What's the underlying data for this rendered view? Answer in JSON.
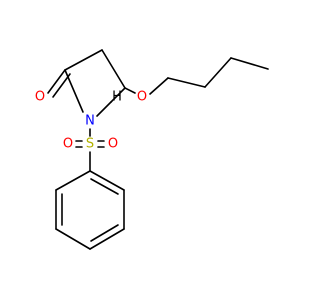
{
  "molecule": {
    "atoms": {
      "O_carbonyl": "O",
      "N": "N",
      "H": "H",
      "O_ether": "O",
      "S": "S",
      "O_s1": "O",
      "O_s2": "O"
    },
    "colors": {
      "bond": "#000000",
      "oxygen": "#ff0000",
      "nitrogen": "#0000ff",
      "sulfur": "#b2b200",
      "hydrogen": "#000000"
    }
  }
}
